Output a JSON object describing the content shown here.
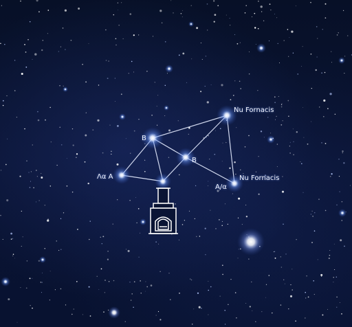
{
  "scene": {
    "labels": {
      "nu_fornacis_top": "Nu Fornacis",
      "b_upper": "B",
      "b_center": "B",
      "alpha_a": "Λα A",
      "alpha_right": "A/α",
      "nu_fornacis_right": "Nu Fornacis"
    },
    "colors": {
      "sky": "#0a1434",
      "line": "#e6ecff",
      "star_glow": "#8fb6ff",
      "label": "#f2f5ff"
    },
    "icon": "furnace-icon"
  }
}
